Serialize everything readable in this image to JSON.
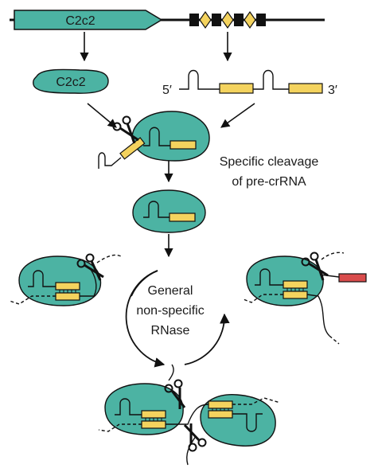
{
  "locus": {
    "gene_label": "C2c2"
  },
  "protein": {
    "label": "C2c2"
  },
  "precrrna": {
    "five_prime": "5′",
    "three_prime": "3′"
  },
  "cleavage_text": {
    "line1": "Specific cleavage",
    "line2": "of pre-crRNA"
  },
  "cycle_text": {
    "line1": "General",
    "line2": "non-specific",
    "line3": "RNase"
  },
  "colors": {
    "protein": "#4cb3a3",
    "spacer": "#f4d35e",
    "target": "#d94c4c",
    "repeat": "#111111",
    "line": "#111111"
  },
  "icons": [
    "scissors-icon",
    "arrow-icon",
    "repeat-diamond-icon"
  ]
}
